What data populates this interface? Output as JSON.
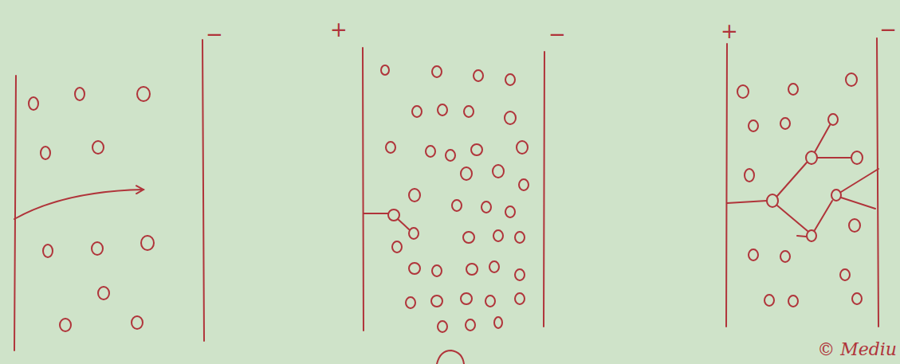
{
  "diagram": {
    "labels": [
      "−",
      "+",
      "−",
      "+",
      "−",
      "© Mediu"
    ]
  }
}
